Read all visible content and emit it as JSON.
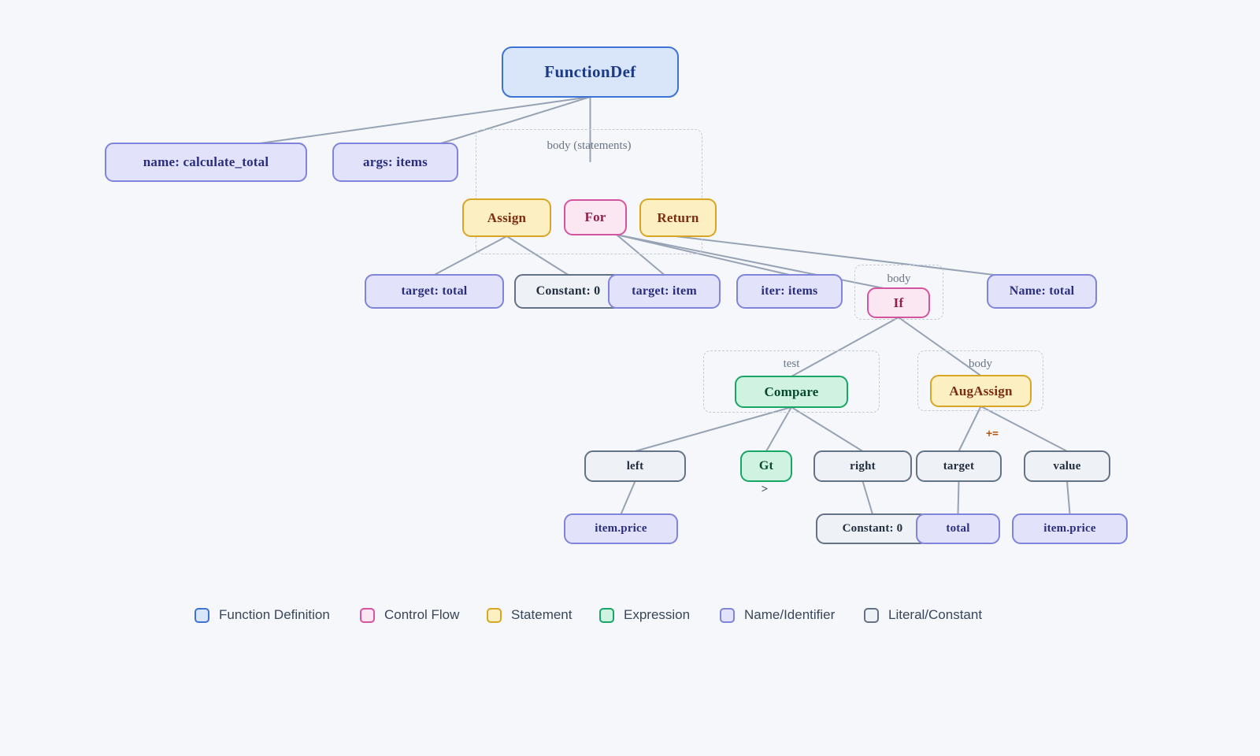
{
  "colors": {
    "background": "#f5f7fa",
    "edge": "#97a3b4",
    "group_border": "#c5ccd6",
    "group_label": "#6b7585",
    "legend_text": "#39465a",
    "gt_operator_text": "#2c3a4e",
    "augassign_operator_text": "#b4550e"
  },
  "types": {
    "function": {
      "fill": "#d9e6fa",
      "border": "#3f73d3",
      "text": "#1c3a85"
    },
    "control": {
      "fill": "#fbe7f2",
      "border": "#d5549f",
      "text": "#8e2049"
    },
    "statement": {
      "fill": "#fcf0c3",
      "border": "#d8a524",
      "text": "#7c2d12"
    },
    "expression": {
      "fill": "#cff3e0",
      "border": "#17a666",
      "text": "#06492f"
    },
    "name": {
      "fill": "#e2e3fa",
      "border": "#8084da",
      "text": "#2b2d7e"
    },
    "literal": {
      "fill": "#eef1f6",
      "border": "#657184",
      "text": "#222d3d"
    }
  },
  "diagram": {
    "groups": [
      {
        "id": "grp-body-stmts",
        "label": "body (statements)"
      },
      {
        "id": "grp-body-if",
        "label": "body"
      },
      {
        "id": "grp-test",
        "label": "test"
      },
      {
        "id": "grp-body-aug",
        "label": "body"
      }
    ],
    "nodes": [
      {
        "id": "functiondef",
        "label": "FunctionDef",
        "type": "function"
      },
      {
        "id": "name-calculate-total",
        "label": "name: calculate_total",
        "type": "name"
      },
      {
        "id": "args-items",
        "label": "args: items",
        "type": "name"
      },
      {
        "id": "assign",
        "label": "Assign",
        "type": "statement"
      },
      {
        "id": "for",
        "label": "For",
        "type": "control"
      },
      {
        "id": "return",
        "label": "Return",
        "type": "statement"
      },
      {
        "id": "target-total",
        "label": "target: total",
        "type": "name"
      },
      {
        "id": "constant-0-a",
        "label": "Constant: 0",
        "type": "literal"
      },
      {
        "id": "target-item",
        "label": "target: item",
        "type": "name"
      },
      {
        "id": "iter-items",
        "label": "iter: items",
        "type": "name"
      },
      {
        "id": "if",
        "label": "If",
        "type": "control"
      },
      {
        "id": "name-total",
        "label": "Name: total",
        "type": "name"
      },
      {
        "id": "compare",
        "label": "Compare",
        "type": "expression"
      },
      {
        "id": "augassign",
        "label": "AugAssign",
        "type": "statement"
      },
      {
        "id": "left",
        "label": "left",
        "type": "literal"
      },
      {
        "id": "gt",
        "label": "Gt",
        "type": "expression"
      },
      {
        "id": "right",
        "label": "right",
        "type": "literal"
      },
      {
        "id": "target",
        "label": "target",
        "type": "literal"
      },
      {
        "id": "value",
        "label": "value",
        "type": "literal"
      },
      {
        "id": "item-price-a",
        "label": "item.price",
        "type": "name"
      },
      {
        "id": "constant-0-b",
        "label": "Constant: 0",
        "type": "literal"
      },
      {
        "id": "total",
        "label": "total",
        "type": "name"
      },
      {
        "id": "item-price-b",
        "label": "item.price",
        "type": "name"
      }
    ],
    "edges": [
      {
        "from": "functiondef",
        "to": "name-calculate-total"
      },
      {
        "from": "functiondef",
        "to": "args-items"
      },
      {
        "from": "functiondef",
        "to": "grp-body-stmts"
      },
      {
        "from": "assign",
        "to": "target-total"
      },
      {
        "from": "assign",
        "to": "constant-0-a"
      },
      {
        "from": "for",
        "to": "target-item"
      },
      {
        "from": "for",
        "to": "iter-items"
      },
      {
        "from": "for",
        "to": "if"
      },
      {
        "from": "return",
        "to": "name-total"
      },
      {
        "from": "if",
        "to": "compare"
      },
      {
        "from": "if",
        "to": "augassign"
      },
      {
        "from": "compare",
        "to": "left"
      },
      {
        "from": "compare",
        "to": "gt"
      },
      {
        "from": "compare",
        "to": "right"
      },
      {
        "from": "augassign",
        "to": "target"
      },
      {
        "from": "augassign",
        "to": "value"
      },
      {
        "from": "left",
        "to": "item-price-a"
      },
      {
        "from": "right",
        "to": "constant-0-b"
      },
      {
        "from": "target",
        "to": "total"
      },
      {
        "from": "value",
        "to": "item-price-b"
      }
    ],
    "annotations": [
      {
        "id": "gt-operator",
        "text": ">"
      },
      {
        "id": "augassign-operator",
        "text": "+="
      }
    ]
  },
  "legend": {
    "items": [
      {
        "label": "Function Definition",
        "type": "function"
      },
      {
        "label": "Control Flow",
        "type": "control"
      },
      {
        "label": "Statement",
        "type": "statement"
      },
      {
        "label": "Expression",
        "type": "expression"
      },
      {
        "label": "Name/Identifier",
        "type": "name"
      },
      {
        "label": "Literal/Constant",
        "type": "literal"
      }
    ]
  }
}
